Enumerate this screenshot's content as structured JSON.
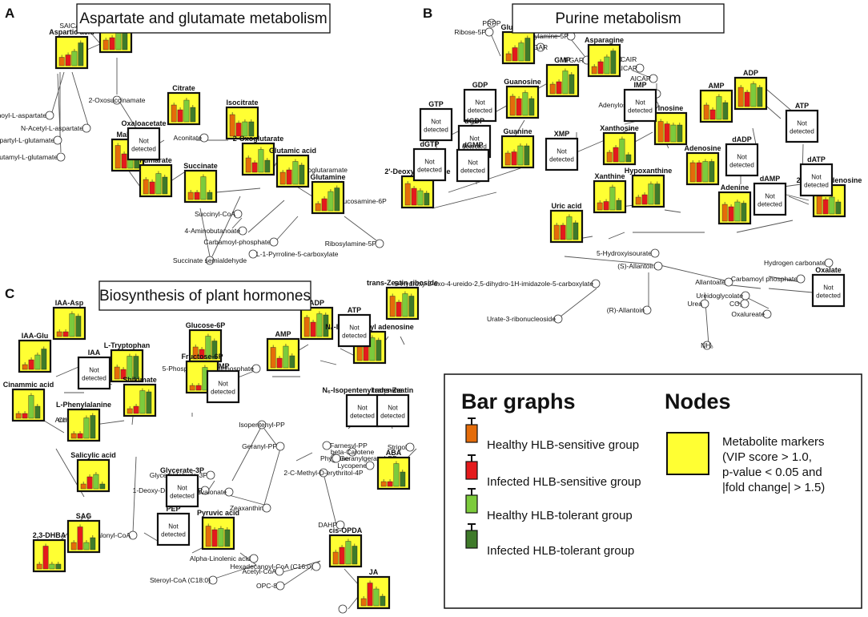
{
  "colors": {
    "healthy_sensitive": "#E46C0A",
    "infected_sensitive": "#E41A1C",
    "healthy_tolerant": "#7CCB3C",
    "infected_tolerant": "#3F7A2A",
    "marker": "#FFFF33",
    "edge": "#555555"
  },
  "panels": [
    {
      "letter": "A",
      "title": "Aspartate and glutamate metabolism"
    },
    {
      "letter": "B",
      "title": "Purine metabolism"
    },
    {
      "letter": "C",
      "title": "Biosynthesis of plant hormones"
    }
  ],
  "not_detected": [
    "Not",
    "detected"
  ],
  "markers": [
    {
      "name": "Aspartic acid",
      "values": [
        0.35,
        0.45,
        0.6,
        0.95
      ]
    },
    {
      "name": "Asparagine",
      "values": [
        0.4,
        0.5,
        0.7,
        0.95
      ]
    },
    {
      "name": "Citrate",
      "values": [
        0.7,
        0.5,
        0.9,
        0.6
      ]
    },
    {
      "name": "Isocitrate",
      "values": [
        0.9,
        0.55,
        0.6,
        0.6
      ]
    },
    {
      "name": "2-Oxoglutarate",
      "values": [
        0.6,
        0.4,
        0.95,
        0.5
      ]
    },
    {
      "name": "Glutamic acid",
      "values": [
        0.5,
        0.6,
        0.95,
        0.8
      ]
    },
    {
      "name": "Glutamine",
      "values": [
        0.3,
        0.5,
        0.8,
        0.95
      ]
    },
    {
      "name": "Malate",
      "values": [
        0.95,
        0.6,
        0.9,
        0.7
      ]
    },
    {
      "name": "Fumarate",
      "values": [
        0.6,
        0.5,
        0.85,
        0.7
      ]
    },
    {
      "name": "Succinate",
      "values": [
        0.3,
        0.3,
        0.95,
        0.3
      ]
    },
    {
      "name": "Glutamine",
      "values": [
        0.3,
        0.55,
        0.75,
        0.95
      ]
    },
    {
      "name": "Asparagine",
      "values": [
        0.3,
        0.5,
        0.7,
        0.95
      ]
    },
    {
      "name": "GMP",
      "values": [
        0.4,
        0.5,
        0.95,
        0.8
      ]
    },
    {
      "name": "Guanosine",
      "values": [
        0.8,
        0.7,
        0.95,
        0.7
      ]
    },
    {
      "name": "Guanine",
      "values": [
        0.5,
        0.55,
        0.8,
        0.8
      ]
    },
    {
      "name": "2'-Deoxyguanosine",
      "values": [
        0.9,
        0.7,
        0.6,
        0.5
      ]
    },
    {
      "name": "ADP",
      "values": [
        0.8,
        0.6,
        0.95,
        0.8
      ]
    },
    {
      "name": "AMP",
      "values": [
        0.6,
        0.4,
        0.95,
        0.7
      ]
    },
    {
      "name": "Inosine",
      "values": [
        0.85,
        0.75,
        0.7,
        0.7
      ]
    },
    {
      "name": "Xanthosine",
      "values": [
        0.4,
        0.6,
        0.95,
        0.3
      ]
    },
    {
      "name": "Adenosine",
      "values": [
        0.8,
        0.8,
        0.85,
        0.85
      ]
    },
    {
      "name": "Hypoxanthine",
      "values": [
        0.3,
        0.4,
        0.85,
        0.85
      ]
    },
    {
      "name": "Xanthine",
      "values": [
        0.3,
        0.35,
        0.95,
        0.4
      ]
    },
    {
      "name": "Adenine",
      "values": [
        0.7,
        0.6,
        0.8,
        0.75
      ]
    },
    {
      "name": "2'-Deoxyadenosine",
      "values": [
        0.85,
        0.6,
        0.7,
        0.5
      ]
    },
    {
      "name": "Uric acid",
      "values": [
        0.6,
        0.6,
        0.95,
        0.7
      ]
    },
    {
      "name": "IAA-Asp",
      "values": [
        0.2,
        0.2,
        0.95,
        0.85
      ]
    },
    {
      "name": "IAA-Glu",
      "values": [
        0.2,
        0.4,
        0.6,
        0.85
      ]
    },
    {
      "name": "L-Tryptophan",
      "values": [
        0.5,
        0.4,
        0.95,
        0.95
      ]
    },
    {
      "name": "Cinammic acid",
      "values": [
        0.2,
        0.2,
        0.95,
        0.5
      ]
    },
    {
      "name": "L-Phenylalanine",
      "values": [
        0.2,
        0.2,
        0.85,
        0.95
      ]
    },
    {
      "name": "Shikimate",
      "values": [
        0.2,
        0.3,
        0.95,
        0.9
      ]
    },
    {
      "name": "Salicylic acid",
      "values": [
        0.2,
        0.5,
        0.6,
        0.2
      ]
    },
    {
      "name": "SAG",
      "values": [
        0.3,
        0.95,
        0.3,
        0.5
      ]
    },
    {
      "name": "2,3-DHBA",
      "values": [
        0.2,
        0.95,
        0.2,
        0.2
      ]
    },
    {
      "name": "Glucose-6P",
      "values": [
        0.5,
        0.4,
        0.95,
        0.75
      ]
    },
    {
      "name": "Fructose-6P",
      "values": [
        0.2,
        0.2,
        0.95,
        0.6
      ]
    },
    {
      "name": "AMP",
      "values": [
        0.85,
        0.4,
        0.9,
        0.5
      ]
    },
    {
      "name": "ADP",
      "values": [
        0.8,
        0.6,
        0.95,
        0.9
      ]
    },
    {
      "name": "N₆-Isopentenyl adenosine",
      "values": [
        0.8,
        0.6,
        0.95,
        0.85
      ]
    },
    {
      "name": "trans-Zeatin riboside",
      "values": [
        0.85,
        0.6,
        0.95,
        0.85
      ]
    },
    {
      "name": "Pyruvic acid",
      "values": [
        0.85,
        0.7,
        0.75,
        0.7
      ]
    },
    {
      "name": "ABA",
      "values": [
        0.2,
        0.2,
        0.95,
        0.6
      ]
    },
    {
      "name": "cis-OPDA",
      "values": [
        0.5,
        0.7,
        0.95,
        0.75
      ]
    },
    {
      "name": "JA",
      "values": [
        0.3,
        0.95,
        0.7,
        0.4
      ]
    }
  ],
  "not_detected_nodes": [
    "Oxaloacetate",
    "GDP",
    "GTP",
    "dGDP",
    "dGTP",
    "dGMP",
    "IMP",
    "XMP",
    "ATP",
    "dADP",
    "dATP",
    "dAMP",
    "Oxalate",
    "IAA",
    "ATP",
    "IMP",
    "N₆-Isopentenyl adenine",
    "trans-Zeatin",
    "Glycerate-3P",
    "PEP"
  ],
  "metabolites": [
    "SAICAR",
    "2-Oxosuccinamate",
    "N-Carbamoyl-L-aspartate",
    "N-Acetyl-L-aspartate",
    "N-Acetyl-L-aspartyl-L-glutamate",
    "N-Acetyl-L-aspartyl-L-glutamyl-L-glutamate",
    "Aconitate",
    "2-Oxoglutaramate",
    "D-Glucosamine-6P",
    "Succinyl-CoA",
    "4-Aminobutanoate",
    "Carbamoyl-phosphate",
    "Ribosylamine-5P",
    "L-1-Pyrroline-5-carboxylate",
    "Succinate semialdehyde",
    "PRPP",
    "Ribose-5P",
    "Ribosylamine-5P",
    "GAR",
    "FGAR",
    "AIR",
    "CAIR",
    "SAICAR",
    "AICAR",
    "FAICAR",
    "Adenylosuccinate",
    "5-Hydroxyisourate",
    "(S)-Allantoin",
    "Allantoate",
    "Hydrogen carbonate",
    "Carbamoyl phosphate",
    "5-Hydroxy-2-oxo-4-ureido-2,5-dihydro-1H-imidazole-5-carboxylate",
    "Ureidoglycolate",
    "Urea",
    "CO₂",
    "Oxalureate",
    "(R)-Allantoin",
    "Urate-3-ribonucleoside",
    "NH₃",
    "Anthranilate",
    "Chorismate",
    "5-Phosphoribosyl diphosphate",
    "Isopentenyl-PP",
    "Farnesyl-PP",
    "Geranyl-PP",
    "Phytoene",
    "Geranylgeranyl-PP",
    "beta-Carotene",
    "Strigol",
    "Lycopene",
    "2-C-Methyl-D-erythritol-4P",
    "Glyceraldehyde-3P",
    "1-Deoxy-D-xylulose-5P",
    "Mevalonate",
    "Zeaxanthin",
    "DAHP",
    "Malonyl-CoA",
    "Alpha-Linolenic acid",
    "Hexadecanoyl-CoA (C16:0)",
    "Acetyl-CoA",
    "Steroyl-CoA (C18:0)",
    "OPC-8"
  ],
  "legend": {
    "bars_title": "Bar graphs",
    "nodes_title": "Nodes",
    "groups": [
      "Healthy HLB-sensitive group",
      "Infected HLB-sensitive group",
      "Healthy HLB-tolerant group",
      "Infected HLB-tolerant group"
    ],
    "marker_text": [
      "Metabolite markers",
      "(VIP score > 1.0,",
      "p-value < 0.05 and",
      "|fold change| > 1.5)"
    ]
  }
}
